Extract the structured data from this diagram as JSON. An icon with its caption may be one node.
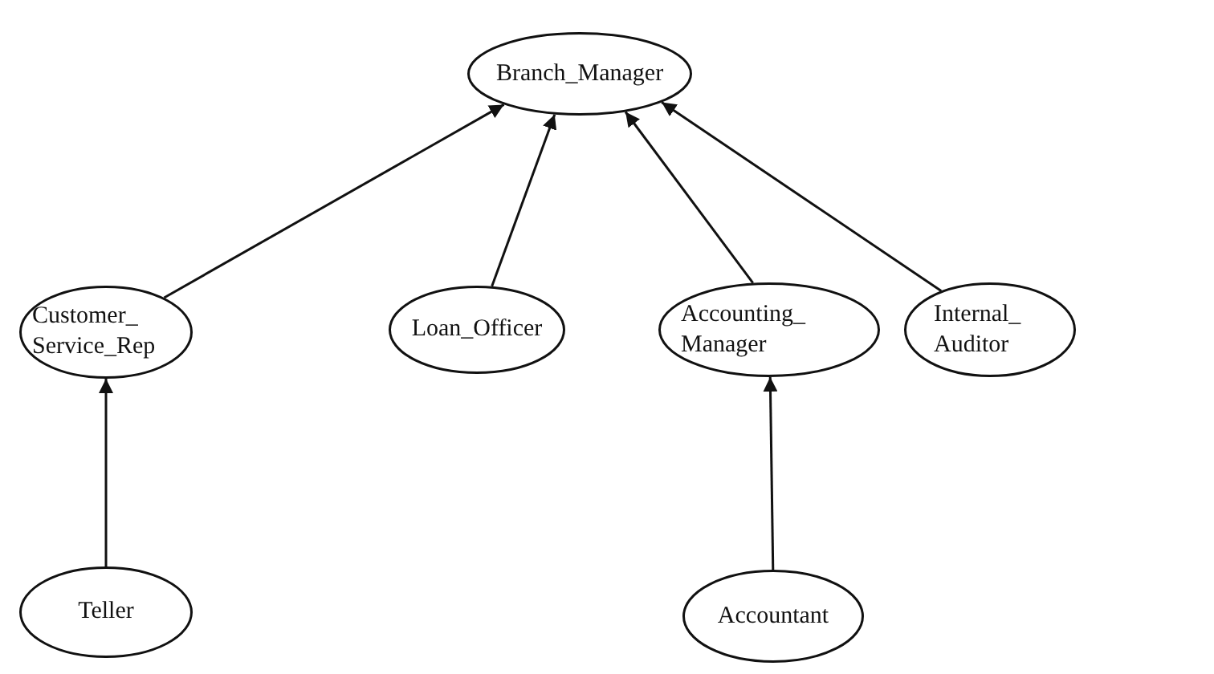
{
  "diagram": {
    "nodes": [
      {
        "text": [
          "Branch_Manager"
        ]
      },
      {
        "text": [
          "Customer_ Service_Rep"
        ]
      },
      {
        "text": [
          "Loan_Officer"
        ]
      },
      {
        "text": [
          "Accounting_ Manager"
        ]
      },
      {
        "text": [
          "Internal_ Auditor"
        ]
      },
      {
        "text": [
          "Teller"
        ]
      },
      {
        "text": [
          "Accountant"
        ]
      }
    ],
    "edges": [
      {
        "from": 1,
        "to": 0,
        "arrow": "to"
      },
      {
        "from": 2,
        "to": 0,
        "arrow": "to"
      },
      {
        "from": 3,
        "to": 0,
        "arrow": "to"
      },
      {
        "from": 4,
        "to": 0,
        "arrow": "to"
      },
      {
        "from": 5,
        "to": 1,
        "arrow": "to"
      },
      {
        "from": 6,
        "to": 3,
        "arrow": "to"
      }
    ]
  }
}
